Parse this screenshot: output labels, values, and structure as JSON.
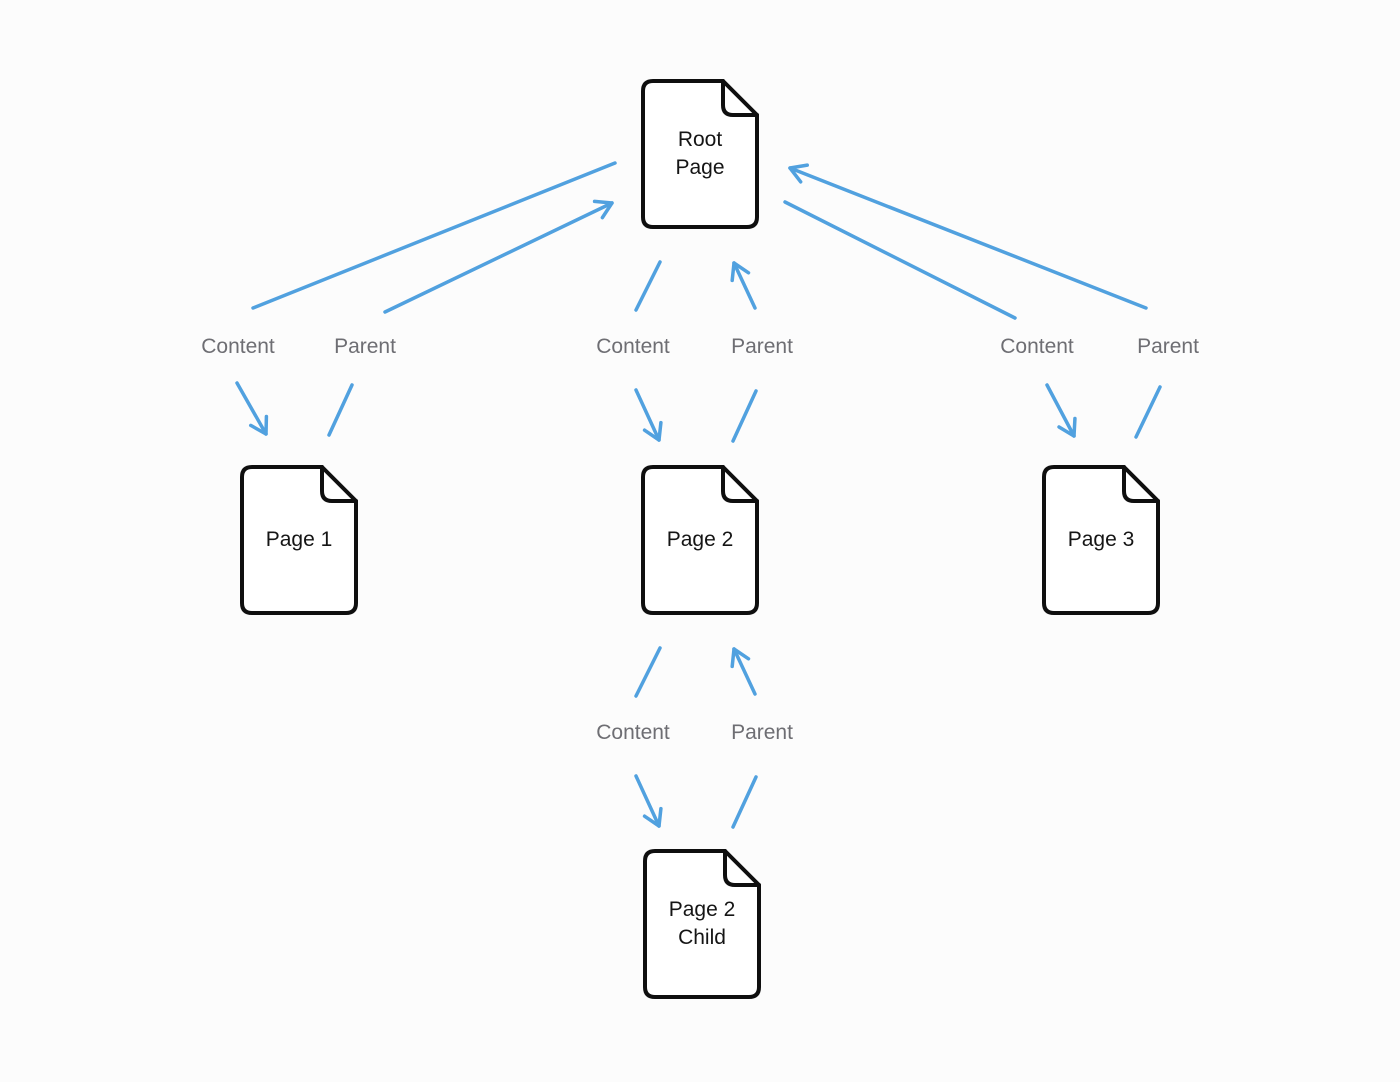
{
  "diagram": {
    "background": "#fcfcfc",
    "colors": {
      "arrow": "#51a1df",
      "node_border": "#0f0f0f",
      "node_fill": "#ffffff",
      "node_text": "#151515",
      "label_text": "#6e6e73"
    },
    "nodes": [
      {
        "id": "root-page",
        "label": "Root\nPage"
      },
      {
        "id": "page-1",
        "label": "Page 1"
      },
      {
        "id": "page-2",
        "label": "Page 2"
      },
      {
        "id": "page-3",
        "label": "Page 3"
      },
      {
        "id": "page-2-child",
        "label": "Page 2\nChild"
      }
    ],
    "edge_labels": {
      "content": "Content",
      "parent": "Parent"
    },
    "relationships": [
      {
        "from": "root-page",
        "to": "page-1",
        "label": "Content"
      },
      {
        "from": "page-1",
        "to": "root-page",
        "label": "Parent"
      },
      {
        "from": "root-page",
        "to": "page-2",
        "label": "Content"
      },
      {
        "from": "page-2",
        "to": "root-page",
        "label": "Parent"
      },
      {
        "from": "root-page",
        "to": "page-3",
        "label": "Content"
      },
      {
        "from": "page-3",
        "to": "root-page",
        "label": "Parent"
      },
      {
        "from": "page-2",
        "to": "page-2-child",
        "label": "Content"
      },
      {
        "from": "page-2-child",
        "to": "page-2",
        "label": "Parent"
      }
    ]
  }
}
